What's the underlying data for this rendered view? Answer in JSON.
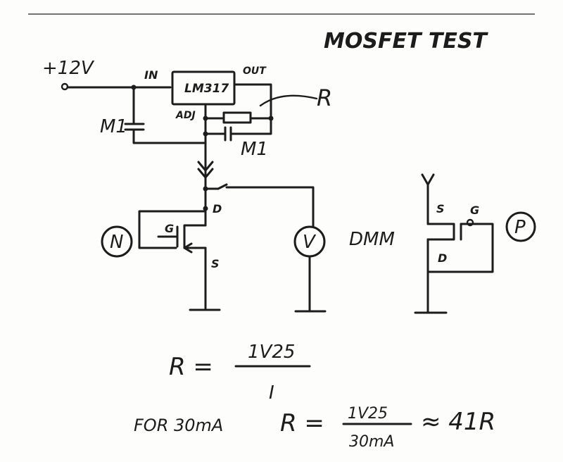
{
  "title": "MOSFET TEST",
  "supply": "+12V",
  "regulator": {
    "name": "LM317",
    "pin_in": "IN",
    "pin_out": "OUT",
    "pin_adj": "ADJ"
  },
  "resistor_label": "R",
  "cap_labels": [
    "M1",
    "M1"
  ],
  "nmos": {
    "tag": "N",
    "drain": "D",
    "gate": "G",
    "source": "S"
  },
  "pmos": {
    "tag": "P",
    "source": "S",
    "gate": "G",
    "drain": "D"
  },
  "meter": {
    "symbol": "V",
    "label": "DMM"
  },
  "formula1": {
    "lhs": "R =",
    "numerator": "1V25",
    "denominator": "I"
  },
  "formula2": {
    "condition": "FOR 30mA",
    "lhs": "R =",
    "numerator": "1V25",
    "denominator": "30mA",
    "approx": "≈ 41R"
  }
}
